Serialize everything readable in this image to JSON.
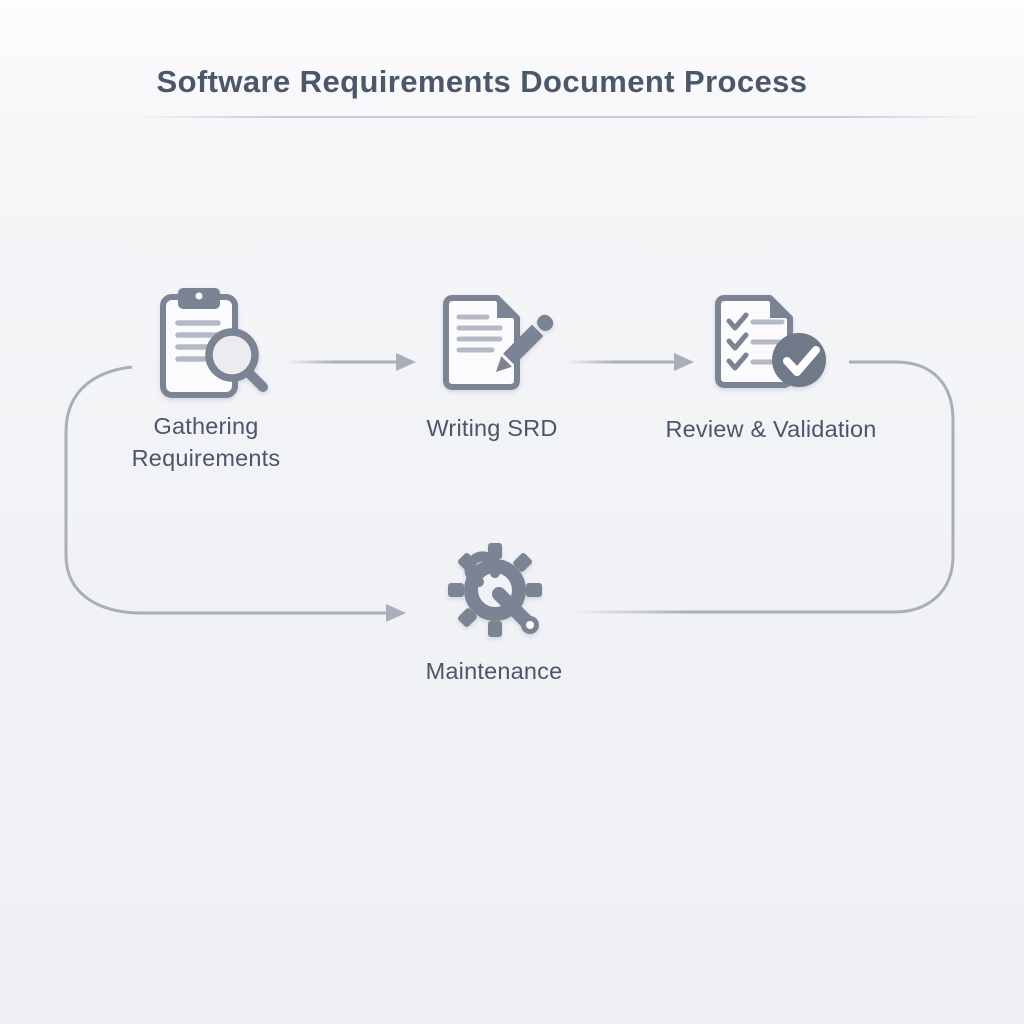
{
  "title": "Software Requirements Document Process",
  "stages": [
    {
      "label": "Gathering Requirements",
      "icon": "clipboard-magnifier"
    },
    {
      "label": "Writing SRD",
      "icon": "document-pencil"
    },
    {
      "label": "Review & Validation",
      "icon": "checklist-check"
    },
    {
      "label": "Maintenance",
      "icon": "gear-wrench"
    }
  ],
  "connectors": [
    {
      "from": "Gathering Requirements",
      "to": "Writing SRD",
      "type": "straight-arrow"
    },
    {
      "from": "Writing SRD",
      "to": "Review & Validation",
      "type": "straight-arrow"
    },
    {
      "from": "Gathering Requirements",
      "to": "Maintenance",
      "type": "left-elbow-arrow"
    },
    {
      "from": "Review & Validation",
      "to": "Maintenance",
      "type": "right-elbow-line"
    }
  ],
  "colors": {
    "title_text": "#4a5869",
    "label_text": "#4c5668",
    "icon_primary": "#7b8494",
    "icon_secondary": "#b4bac4",
    "icon_paper_fill": "#fbfbfd",
    "check_circle": "#6f7988",
    "connector": "#a9afba",
    "divider": "#c6cad3",
    "background_top": "#fdfdfe",
    "background_bottom": "#eff0f4"
  }
}
